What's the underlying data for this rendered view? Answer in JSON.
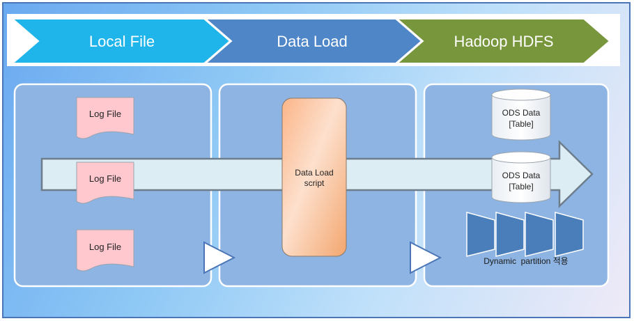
{
  "stages": [
    {
      "label": "Local File"
    },
    {
      "label": "Data Load"
    },
    {
      "label": "Hadoop HDFS"
    }
  ],
  "local_files": [
    "Log File",
    "Log File",
    "Log File"
  ],
  "script": {
    "line1": "Data Load",
    "line2": "script"
  },
  "tables": [
    {
      "line1": "ODS Data",
      "line2": "[Table]"
    },
    {
      "line1": "ODS Data",
      "line2": "[Table]"
    }
  ],
  "partition_label": "Dynamic  partition 적용",
  "colors": {
    "stage1": "#1fb4ea",
    "stage2": "#4e86c8",
    "stage3": "#78963b",
    "panel": "#8db4e2",
    "log_file": "#ffc7ce",
    "partition": "#4a7ebb"
  }
}
